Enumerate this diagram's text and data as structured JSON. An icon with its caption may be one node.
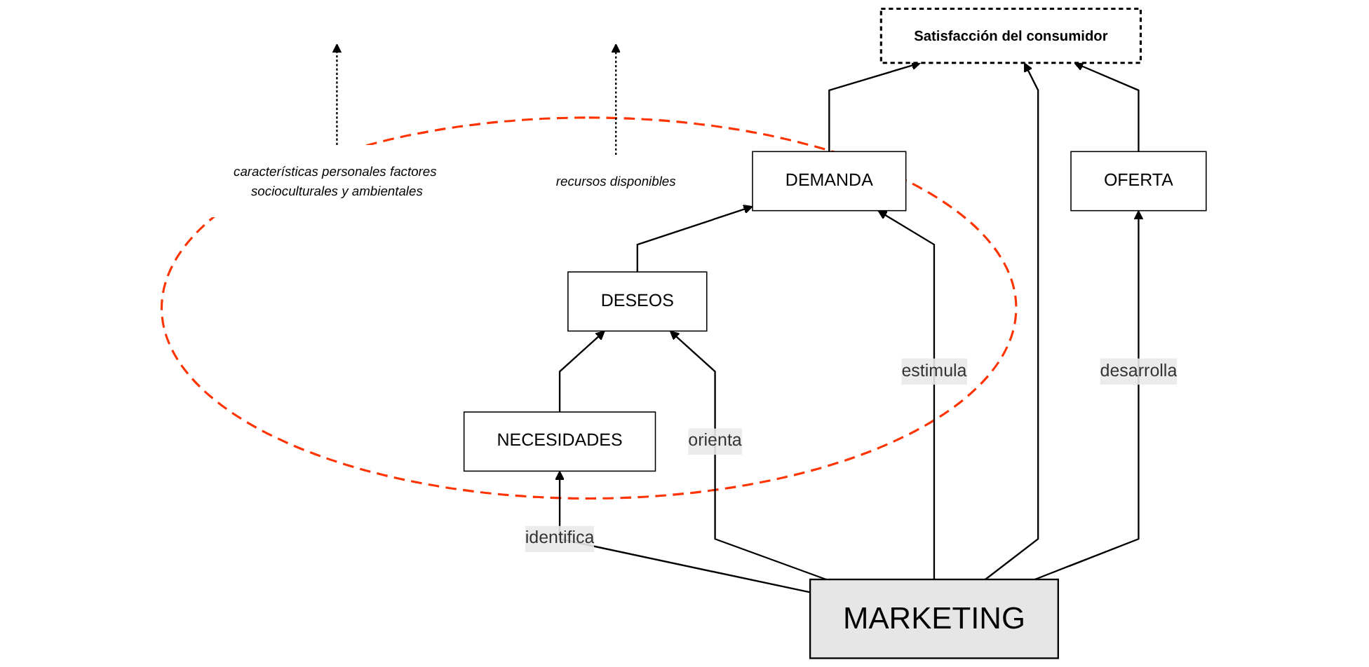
{
  "diagram": {
    "nodes": [
      {
        "text": [],
        "shape": "ellipse"
      },
      {
        "text": [
          "características personales factores socioculturales y ambientales"
        ],
        "in": 0
      },
      {
        "text": [
          "recursos disponibles"
        ],
        "in": 0
      },
      {
        "text": [
          "NECESIDADES"
        ],
        "in": 0
      },
      {
        "text": [
          "DESEOS"
        ],
        "in": 0
      },
      {
        "text": [
          "DEMANDA"
        ],
        "in": 0
      },
      {
        "text": [
          "MARKETING"
        ]
      },
      {
        "text": [
          "Satisfacción del consumidor"
        ]
      },
      {
        "text": [
          "OFERTA"
        ]
      }
    ],
    "edges": [
      {
        "from": 3,
        "to": 4,
        "arrow": "to"
      },
      {
        "from": 4,
        "to": 5,
        "arrow": "to"
      },
      {
        "from": 1,
        "to": null,
        "arrow": "to",
        "style": "dashed"
      },
      {
        "from": 2,
        "to": null,
        "arrow": "to",
        "style": "dashed"
      },
      {
        "from": 6,
        "to": 3,
        "arrow": "to",
        "label": "identifica"
      },
      {
        "from": 6,
        "to": 4,
        "arrow": "to",
        "label": "orienta"
      },
      {
        "from": 6,
        "to": 5,
        "arrow": "to",
        "label": "estimula"
      },
      {
        "from": 5,
        "to": 7,
        "arrow": "to"
      },
      {
        "from": 6,
        "to": 7,
        "arrow": "to"
      },
      {
        "from": 6,
        "to": 8,
        "arrow": "to",
        "label": "desarrolla"
      },
      {
        "from": 8,
        "to": 7,
        "arrow": "to"
      }
    ]
  }
}
